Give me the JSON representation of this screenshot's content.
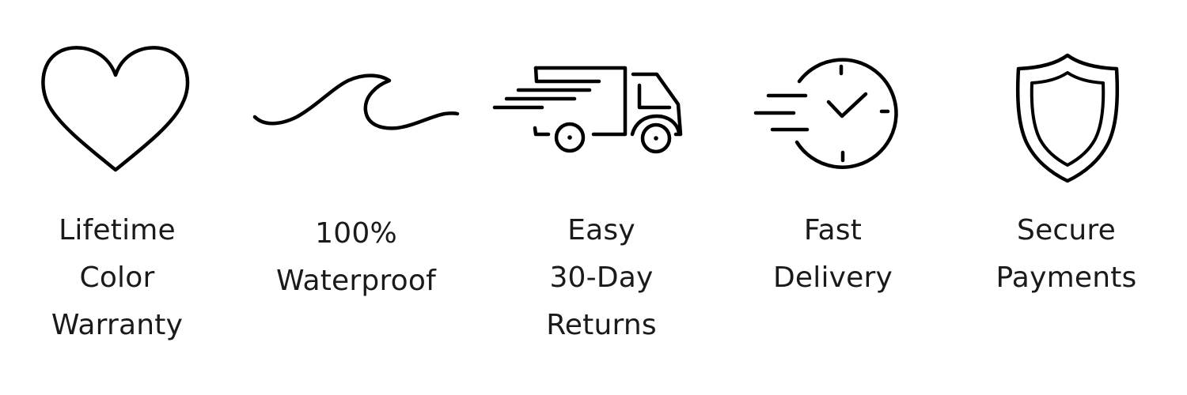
{
  "colors": {
    "background": "#ffffff",
    "icon_stroke": "#000000",
    "text": "#1a1a1a"
  },
  "features": [
    {
      "icon": "heart-icon",
      "lines": [
        "Lifetime",
        "Color",
        "Warranty"
      ]
    },
    {
      "icon": "wave-icon",
      "lines": [
        "100%",
        "Waterproof"
      ]
    },
    {
      "icon": "delivery-truck-icon",
      "lines": [
        "Easy",
        "30-Day",
        "Returns"
      ]
    },
    {
      "icon": "fast-clock-icon",
      "lines": [
        "Fast",
        "Delivery"
      ]
    },
    {
      "icon": "shield-icon",
      "lines": [
        "Secure",
        "Payments"
      ]
    }
  ]
}
